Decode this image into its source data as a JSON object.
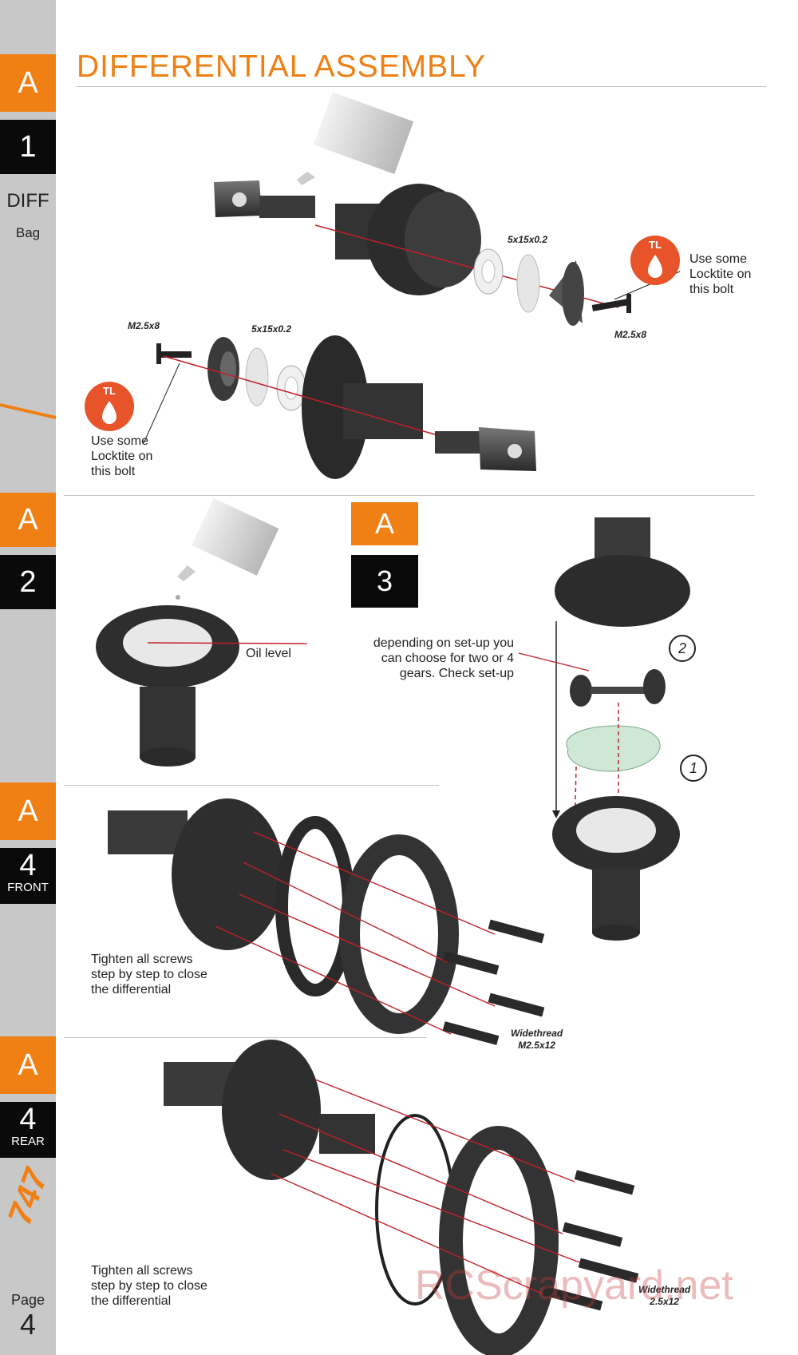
{
  "title": "DIFFERENTIAL  ASSEMBLY",
  "sidebar": {
    "step1": {
      "letter": "A",
      "number": "1",
      "bag_title": "DIFF",
      "bag_sub": "Bag"
    },
    "step2": {
      "letter": "A",
      "number": "2"
    },
    "step4front": {
      "letter": "A",
      "number": "4",
      "sub": "FRONT"
    },
    "step4rear": {
      "letter": "A",
      "number": "4",
      "sub": "REAR"
    },
    "page_label": "Page",
    "page_number": "4",
    "logo_text": "747"
  },
  "step3": {
    "letter": "A",
    "number": "3"
  },
  "labels": {
    "shim_top": "5x15x0.2",
    "bolt_top": "M2.5x8",
    "locktite_top": "Use some\nLocktite on\nthis bolt",
    "bolt_left": "M2.5x8",
    "shim_left": "5x15x0.2",
    "locktite_left": "Use some\nLocktite on\nthis bolt",
    "tl_badge": "TL",
    "oil_level": "Oil level",
    "setup_note": "depending on set-up you\ncan choose for two or 4\ngears. Check set-up",
    "circle_1": "1",
    "circle_2": "2",
    "tighten_front": "Tighten all screws\nstep by step to close\nthe differential",
    "screw_front": "Widethread\nM2.5x12",
    "tighten_rear": "Tighten all screws\nstep by step to close\nthe differential",
    "screw_rear": "Widethread\n2.5x12"
  },
  "watermark": "RCScrapyard.net",
  "colors": {
    "accent": "#f07f14",
    "badge": "#e8542a",
    "sidebar": "#c8c8c8",
    "guide_line": "#c0202a"
  }
}
